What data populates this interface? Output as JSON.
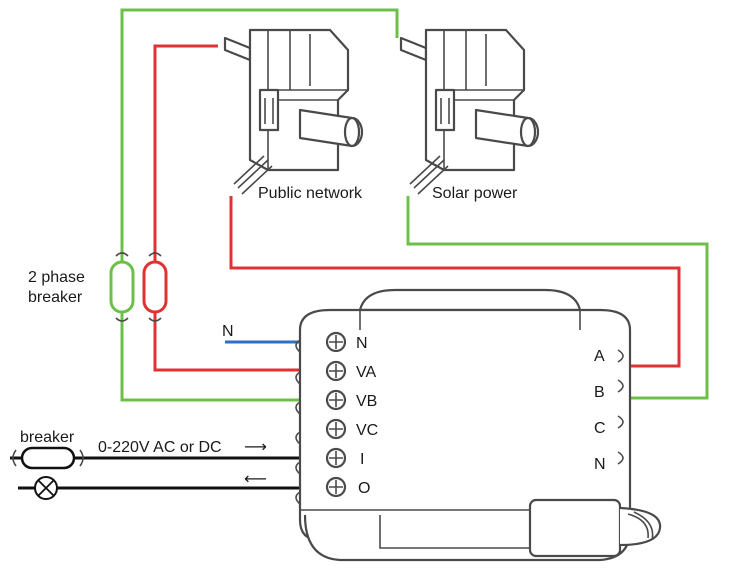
{
  "sensors": {
    "public_network_label": "Public network",
    "solar_power_label": "Solar power"
  },
  "breaker_2phase": {
    "label_line1": "2 phase",
    "label_line2": "breaker"
  },
  "neutral_label": "N",
  "module": {
    "left_terminals": [
      "N",
      "VA",
      "VB",
      "VC",
      "I",
      "O"
    ],
    "right_terminals": [
      "A",
      "B",
      "C",
      "N"
    ]
  },
  "power_input": {
    "breaker_label": "breaker",
    "voltage_label": "0-220V AC or DC",
    "arrow_right": "⟶",
    "arrow_left": "⟵"
  },
  "colors": {
    "red_wire": "#e03232",
    "green_wire": "#6cc04a",
    "blue_wire": "#2a6fc9",
    "black_wire": "#111111",
    "outline": "#4a4a4a"
  },
  "icons": [
    "current-transformer-clamp-icon",
    "breaker-icon",
    "lamp-icon",
    "terminal-screw-icon"
  ]
}
